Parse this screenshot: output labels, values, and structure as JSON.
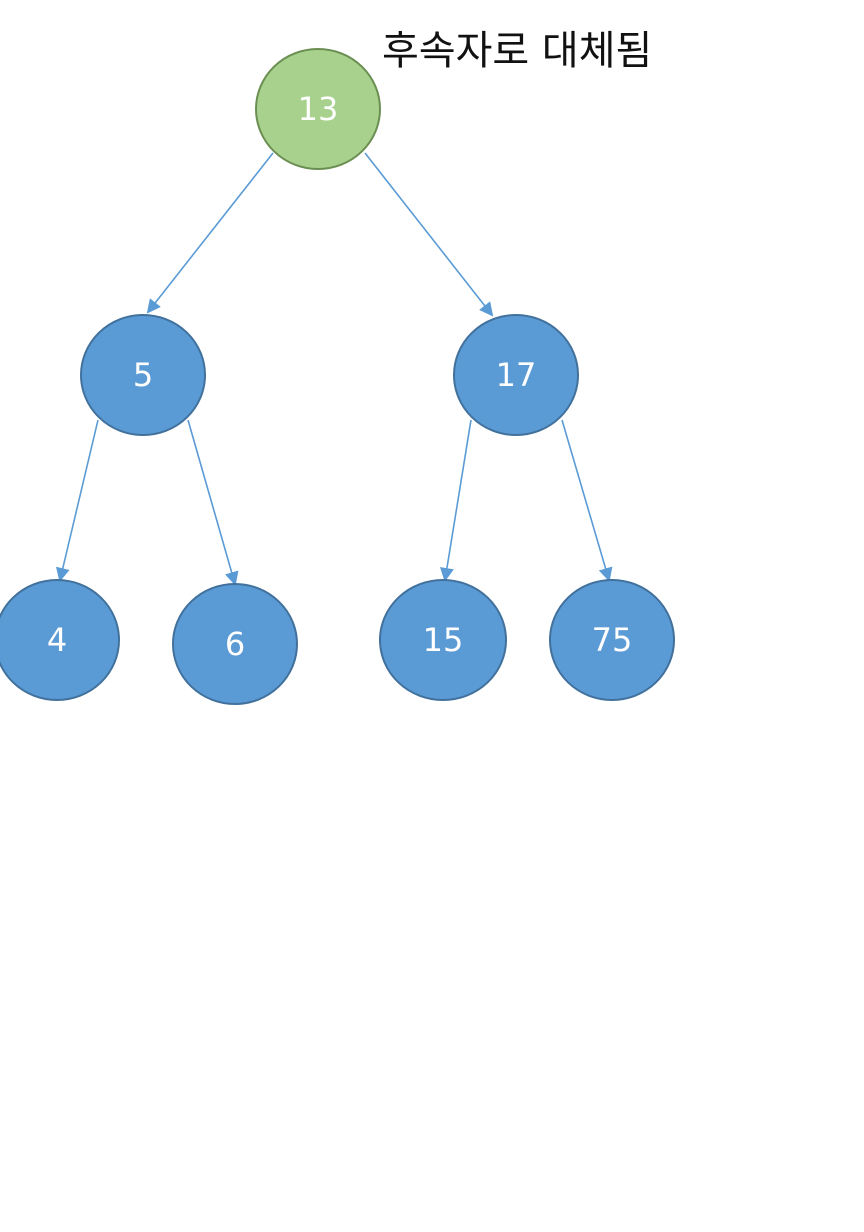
{
  "caption": "후속자로 대체됨",
  "colors": {
    "highlight_fill": "#a9d18e",
    "highlight_stroke": "#6b8f52",
    "node_fill": "#5b9bd5",
    "node_stroke": "#41719c",
    "edge": "#5b9bd5"
  },
  "tree": {
    "root": "13",
    "highlighted": "13",
    "nodes": [
      "13",
      "5",
      "17",
      "4",
      "6",
      "15",
      "75"
    ],
    "edges": [
      {
        "from": "13",
        "to": "5"
      },
      {
        "from": "13",
        "to": "17"
      },
      {
        "from": "5",
        "to": "4"
      },
      {
        "from": "5",
        "to": "6"
      },
      {
        "from": "17",
        "to": "15"
      },
      {
        "from": "17",
        "to": "75"
      }
    ]
  }
}
